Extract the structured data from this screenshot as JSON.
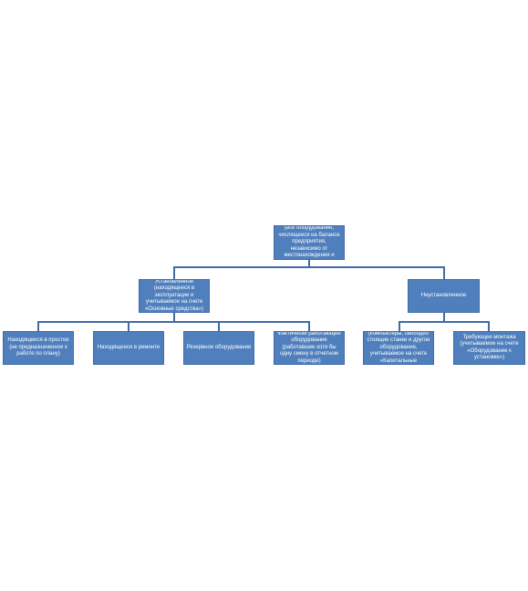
{
  "diagram": {
    "root": {
      "text": "Наличное оборудование (все оборудование, числящееся на балансе предприятия, независимо от местонахождения и состояния)"
    },
    "level2": {
      "installed": {
        "text": "Установленное (находящееся в эксплуатации и учитываемое на счете «Основные средства»)"
      },
      "uninstalled": {
        "text": "Неустановленное"
      }
    },
    "installed_children": [
      {
        "text": "Находящееся в простое (не предназначенное к работе по плану)"
      },
      {
        "text": "Находящееся в ремонте"
      },
      {
        "text": "Резервное оборудование"
      },
      {
        "text": "Фактически работающее оборудование (работавшее хотя бы одну смену в отчетном периоде)"
      }
    ],
    "uninstalled_children": [
      {
        "text": "Не требующее монтажа (компьютеры, свободно стоящие станки и другое оборудование, учитываемое на счете «Капитальные вложения»)"
      },
      {
        "text": "Требующее монтажа (учитываемое на счете «Оборудование к установке»)"
      }
    ],
    "colors": {
      "box_fill": "#4f7fbd",
      "box_border": "#3f6ca6",
      "text": "#ffffff",
      "connector": "#3f6ca6"
    }
  }
}
